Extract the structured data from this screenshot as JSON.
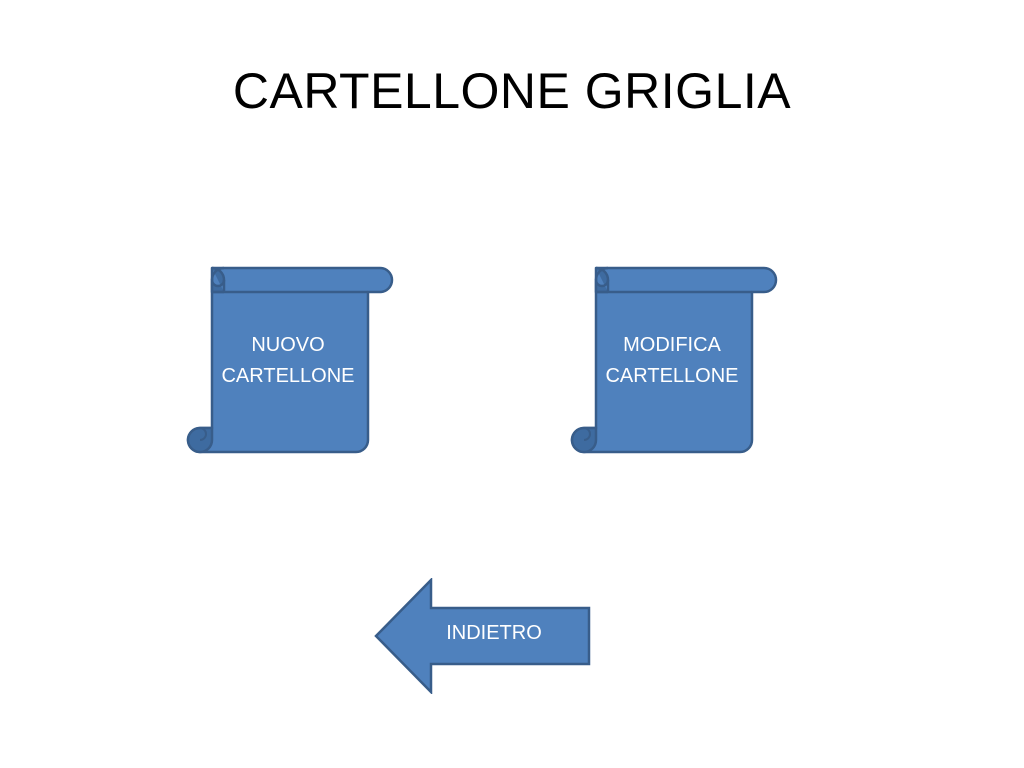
{
  "slide": {
    "title": "CARTELLONE GRIGLIA"
  },
  "buttons": {
    "nuovo": {
      "line1": "NUOVO",
      "line2": "CARTELLONE",
      "shape": "vertical-scroll"
    },
    "modifica": {
      "line1": "MODIFICA",
      "line2": "CARTELLONE",
      "shape": "vertical-scroll"
    },
    "indietro": {
      "label": "INDIETRO",
      "shape": "left-arrow"
    }
  },
  "colors": {
    "background": "#ffffff",
    "title": "#000000",
    "shape_fill": "#4f81bd",
    "shape_shadow": "#3e6ba0",
    "shape_outline": "#385d8a",
    "label": "#ffffff"
  }
}
